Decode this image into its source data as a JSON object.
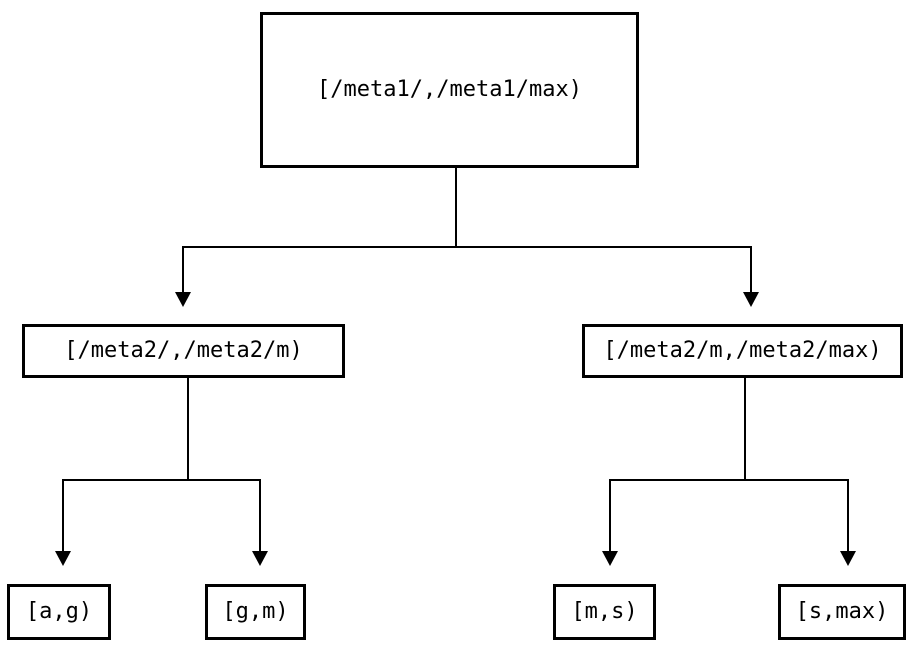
{
  "diagram": {
    "type": "tree",
    "background_color": "#ffffff",
    "line_color": "#000000",
    "box_border_color": "#000000",
    "text_color": "#000000",
    "root": {
      "label": "[/meta1/,/meta1/max)"
    },
    "level2": {
      "left": {
        "label": "[/meta2/,/meta2/m)"
      },
      "right": {
        "label": "[/meta2/m,/meta2/max)"
      }
    },
    "leaves": {
      "ag": {
        "label": "[a,g)"
      },
      "gm": {
        "label": "[g,m)"
      },
      "ms": {
        "label": "[m,s)"
      },
      "smax": {
        "label": "[s,max)"
      }
    }
  }
}
